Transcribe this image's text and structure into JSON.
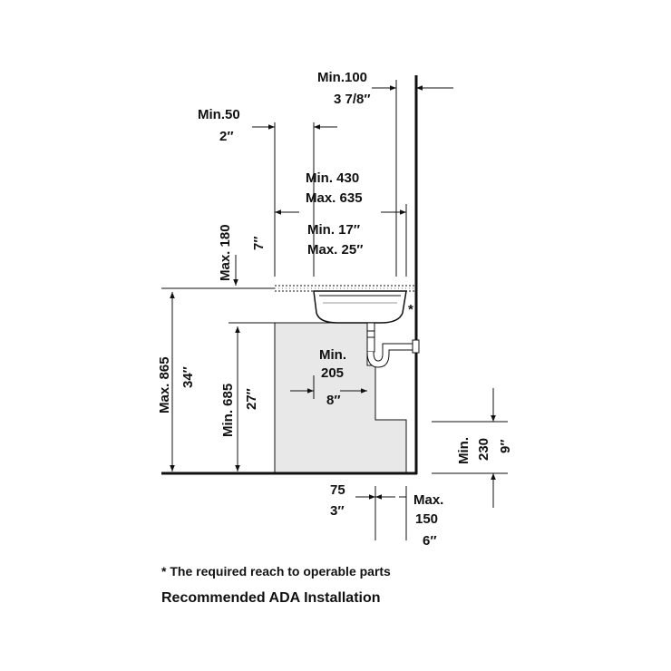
{
  "labels": {
    "min100": "Min.100",
    "min100_in": "3 7/8″",
    "min50": "Min.50",
    "min50_in": "2″",
    "min430": "Min. 430",
    "max635": "Max. 635",
    "min17": "Min. 17″",
    "max25": "Max. 25″",
    "max180": "Max. 180",
    "max180_in": "7″",
    "asterisk": "*",
    "max865": "Max. 865",
    "max865_in": "34″",
    "min685": "Min. 685",
    "min685_in": "27″",
    "min205_a": "Min.",
    "min205_b": "205",
    "min205_in": "8″",
    "min230": "Min.",
    "min230_b": "230",
    "min230_in": "9″",
    "d75": "75",
    "d75_in": "3″",
    "max150_a": "Max.",
    "max150_b": "150",
    "max150_in": "6″"
  },
  "footnote": "* The required reach to operable parts",
  "title": "Recommended ADA Installation"
}
